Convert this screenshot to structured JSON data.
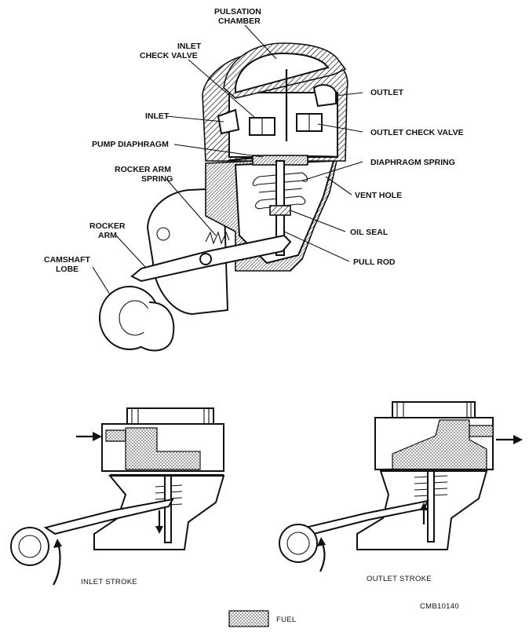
{
  "diagram": {
    "labels": {
      "pulsation_chamber_1": "PULSATION",
      "pulsation_chamber_2": "CHAMBER",
      "inlet_check_valve_1": "INLET",
      "inlet_check_valve_2": "CHECK VALVE",
      "inlet": "INLET",
      "pump_diaphragm": "PUMP DIAPHRAGM",
      "rocker_arm_spring_1": "ROCKER ARM",
      "rocker_arm_spring_2": "SPRING",
      "rocker_arm_1": "ROCKER",
      "rocker_arm_2": "ARM",
      "camshaft_lobe_1": "CAMSHAFT",
      "camshaft_lobe_2": "LOBE",
      "outlet": "OUTLET",
      "outlet_check_valve": "OUTLET CHECK VALVE",
      "diaphragm_spring": "DIAPHRAGM SPRING",
      "vent_hole": "VENT HOLE",
      "oil_seal": "OIL SEAL",
      "pull_rod": "PULL ROD"
    },
    "captions": {
      "inlet_stroke": "INLET STROKE",
      "outlet_stroke": "OUTLET STROKE"
    },
    "legend": {
      "fuel": "FUEL"
    },
    "figure_id": "CMB10140"
  },
  "colors": {
    "ink": "#111111",
    "paper": "#ffffff"
  }
}
